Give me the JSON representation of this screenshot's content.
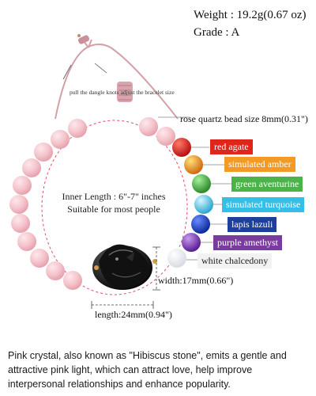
{
  "specs": {
    "weight": "Weight : 19.2g(0.67 oz)",
    "grade": "Grade : A"
  },
  "adjust_note": "pull the dangle knots adjust the bracelet size",
  "bead_size": "rose quartz bead size 8mm(0.31\")",
  "inner_length": {
    "line1": "Inner Length : 6\"-7\" inches",
    "line2": "Suitable for most people"
  },
  "stones": [
    {
      "label": "red agate",
      "bg": "#e0261b",
      "fg": "#ffffff"
    },
    {
      "label": "simulated amber",
      "bg": "#f29a25",
      "fg": "#ffffff"
    },
    {
      "label": "green aventurine",
      "bg": "#4bb34a",
      "fg": "#ffffff"
    },
    {
      "label": "simulated turquoise",
      "bg": "#33bfe8",
      "fg": "#ffffff"
    },
    {
      "label": "lapis lazuli",
      "bg": "#1f3f9d",
      "fg": "#ffffff"
    },
    {
      "label": "purple amethyst",
      "bg": "#7a3ba0",
      "fg": "#ffffff"
    },
    {
      "label": "white chalcedony",
      "bg": "#f2f2f2",
      "fg": "#222222"
    }
  ],
  "dimensions": {
    "width": "width:17mm(0.66\")",
    "length": "length:24mm(0.94\")"
  },
  "description": "Pink crystal, also known as \"Hibiscus stone\", emits a gentle and attractive pink light, which can attract love, help improve interpersonal relationships and enhance popularity.",
  "colors": {
    "rose_quartz": "#f4c4cc",
    "cord": "#d4a0a8",
    "obsidian": "#1a1a1a",
    "circle": "#e34a6a"
  },
  "icons": [
    "fox-charm-icon"
  ]
}
